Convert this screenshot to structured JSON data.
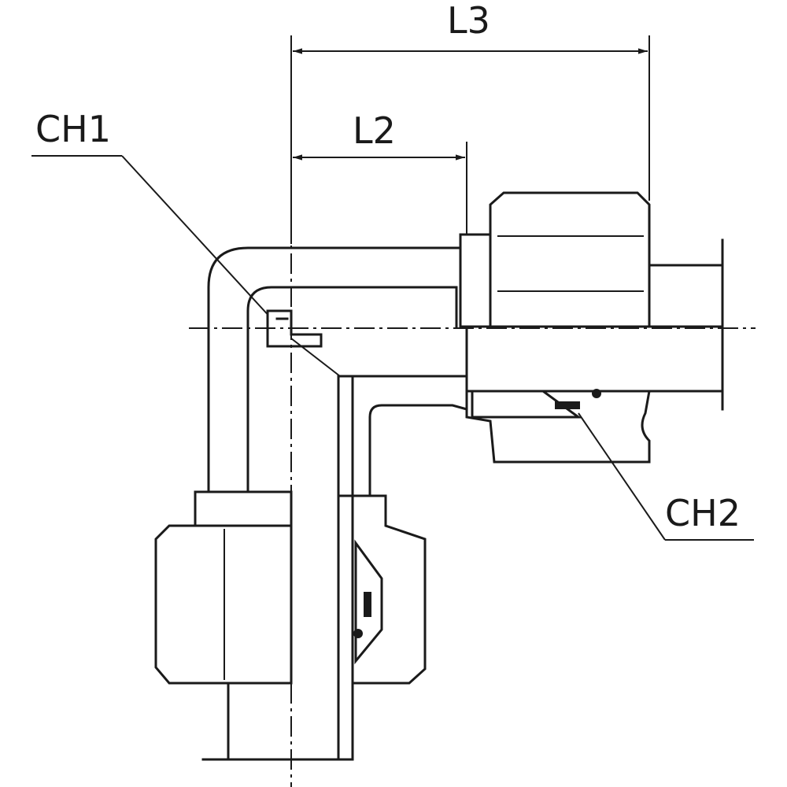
{
  "labels": {
    "l3": "L3",
    "l2": "L2",
    "ch1": "CH1",
    "ch2": "CH2"
  },
  "colors": {
    "line": "#1a1a1a",
    "background": "#ffffff"
  }
}
